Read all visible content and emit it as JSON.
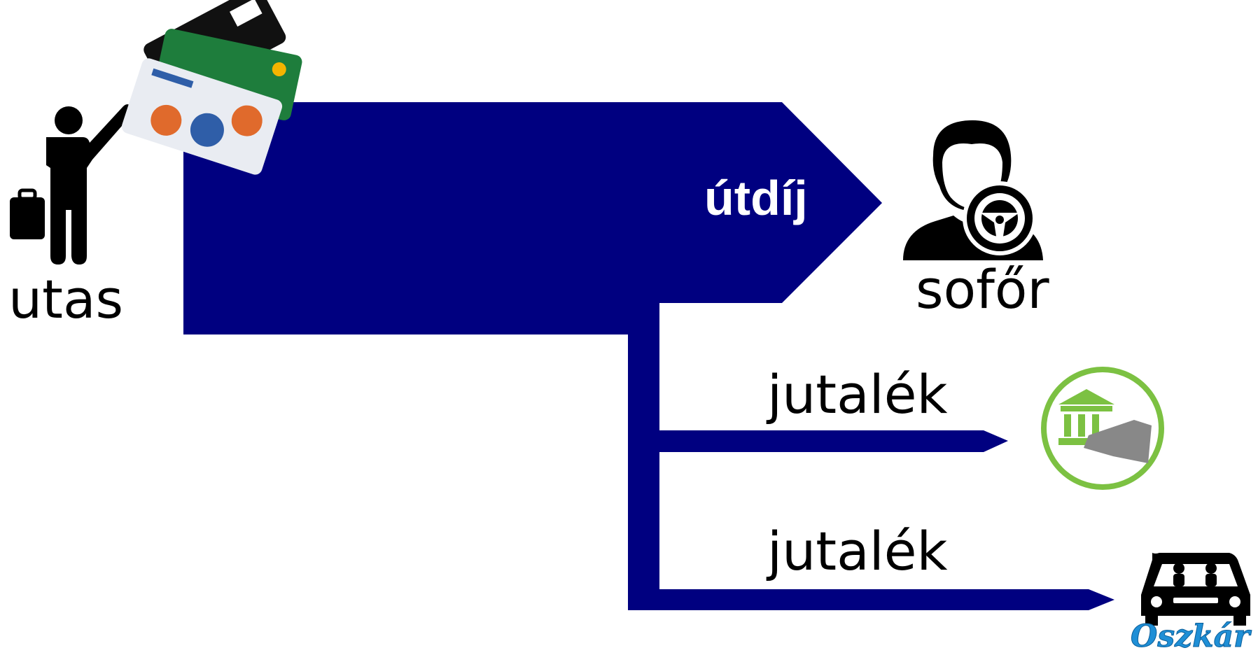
{
  "nodes": {
    "passenger": {
      "label": "utas",
      "icon": "traveler-with-suitcase-icon"
    },
    "driver": {
      "label": "sofőr",
      "icon": "driver-steering-wheel-icon"
    },
    "platform": {
      "brand": "Oszkár",
      "icon": "car-passengers-icon"
    },
    "authority": {
      "icon": "bank-tax-icon"
    },
    "cards": {
      "icon": "payment-cards-icon"
    }
  },
  "flows": {
    "fare": {
      "label": "útdíj"
    },
    "commission_authority": {
      "label": "jutalék"
    },
    "commission_platform": {
      "label": "jutalék"
    }
  },
  "colors": {
    "arrow": "#000080",
    "authority_ring": "#7cc142",
    "brand": "#1f8fd6",
    "icon": "#000000"
  }
}
